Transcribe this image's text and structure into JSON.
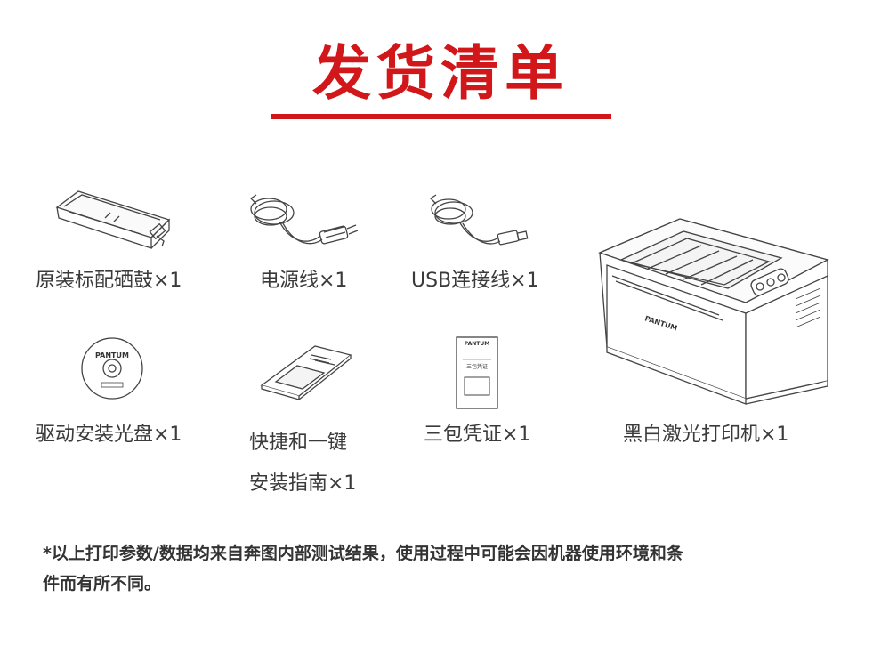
{
  "title": "发货清单",
  "colors": {
    "accent": "#d2171b",
    "line_art": "#444444"
  },
  "items": [
    {
      "label": "原装标配硒鼓×1",
      "icon": "toner-cartridge-icon"
    },
    {
      "label": "电源线×1",
      "icon": "power-cable-icon"
    },
    {
      "label": "USB连接线×1",
      "icon": "usb-cable-icon"
    },
    {
      "label": "驱动安装光盘×1",
      "icon": "driver-disc-icon",
      "disc_brand": "PANTUM"
    },
    {
      "label_lines": [
        "快捷和一键",
        "安装指南×1"
      ],
      "icon": "quick-guide-icon"
    },
    {
      "label": "三包凭证×1",
      "icon": "warranty-card-icon",
      "card_brand": "PANTUM",
      "card_text": "三包凭证"
    },
    {
      "label": "黑白激光打印机×1",
      "icon": "printer-icon",
      "printer_brand": "PANTUM"
    }
  ],
  "footnote": {
    "lines": [
      "*以上打印参数/数据均来自奔图内部测试结果，使用过程中可能会因机器使用环境和条",
      "件而有所不同。"
    ]
  }
}
